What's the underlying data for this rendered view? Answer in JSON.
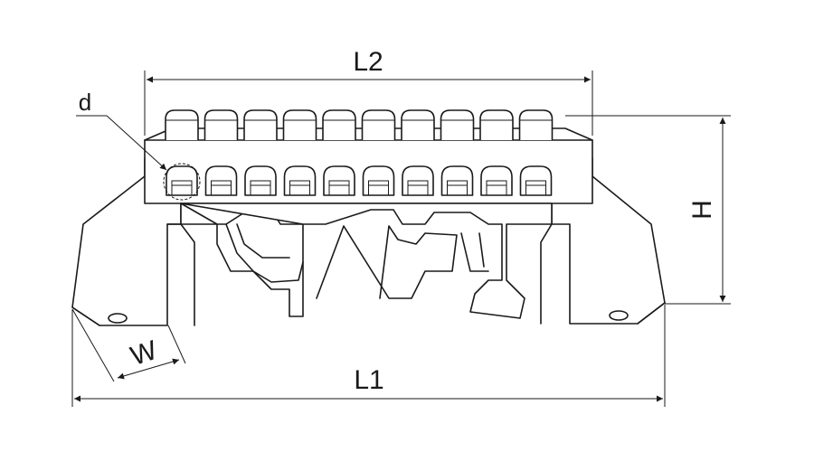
{
  "labels": {
    "l2": "L2",
    "l1": "L1",
    "h": "H",
    "w": "W",
    "d": "d"
  },
  "counts": {
    "screws": 10
  },
  "colors": {
    "line": "#1a1a1a",
    "background": "#ffffff"
  }
}
